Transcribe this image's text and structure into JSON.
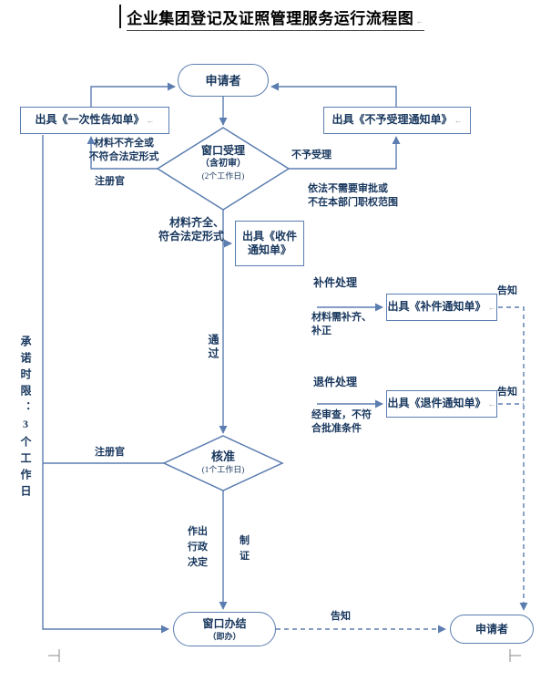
{
  "colors": {
    "line": "#5b7db0",
    "text": "#17365d",
    "mark": "#9aa3ad"
  },
  "title": {
    "text": "企业集团登记及证照管理服务运行流程图",
    "pmark": "←"
  },
  "nodes": {
    "applicant_top": {
      "label": "申请者"
    },
    "one_time_notice": {
      "label": "出具《一次性告知单》",
      "pmark": "←"
    },
    "non_acceptance_notice": {
      "label": "出具《不予受理通知单》",
      "pmark": "←"
    },
    "window_acceptance": {
      "line1": "窗口受理",
      "line2": "（含初审）",
      "line3": "(2个工作日)"
    },
    "receipt_notice": {
      "line1": "出具《收件",
      "line2": "通知单》"
    },
    "supplement_notice": {
      "label": "出具《补件通知单》",
      "pmark": "←"
    },
    "return_notice": {
      "label": "出具《退件通知单》",
      "pmark": "←"
    },
    "approval": {
      "line1": "核准",
      "line2": "(1个工作日)"
    },
    "window_completion": {
      "line1": "窗口办结",
      "line2": "（即办）"
    },
    "applicant_bottom": {
      "label": "申请者"
    }
  },
  "labels": {
    "incomplete_line1": "材料不齐全或",
    "incomplete_line2": "不符合法定形式",
    "registrar_top": "注册官",
    "not_accepted": "不予受理",
    "bylaw_line1": "依法不需要审批或",
    "bylaw_line2": "不在本部门职权范围",
    "complete_line1": "材料齐全、",
    "complete_line2": "符合法定形式",
    "pass": "通过",
    "supplement_title": "补件处理",
    "supplement_desc": "材料需补齐、补正",
    "notify_supplement": "告知",
    "return_title": "退件处理",
    "return_desc_line1": "经审查，不符",
    "return_desc_line2": "合批准条件",
    "notify_return": "告知",
    "registrar_bottom": "注册官",
    "promise": "承诺时限：3个工作日",
    "decision": "作出行政决定",
    "certificate": "制证",
    "notify_bottom": "告知"
  }
}
